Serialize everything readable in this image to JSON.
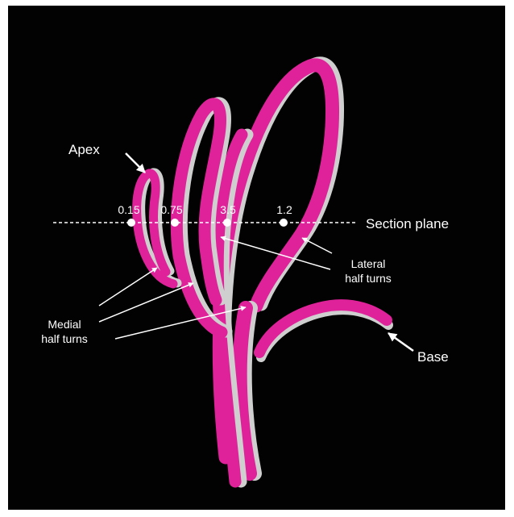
{
  "labels": {
    "apex": "Apex",
    "base": "Base",
    "section_plane": "Section plane",
    "lateral_line1": "Lateral",
    "lateral_line2": "half turns",
    "medial_line1": "Medial",
    "medial_line2": "half turns"
  },
  "markers": [
    {
      "value": "0.15"
    },
    {
      "value": "0.75"
    },
    {
      "value": "3.5"
    },
    {
      "value": "1.2"
    }
  ],
  "colors": {
    "background": "#020202",
    "surface_magenta": "#e0229a",
    "surface_highlight": "#d9d9d9",
    "annotation": "#ffffff"
  }
}
